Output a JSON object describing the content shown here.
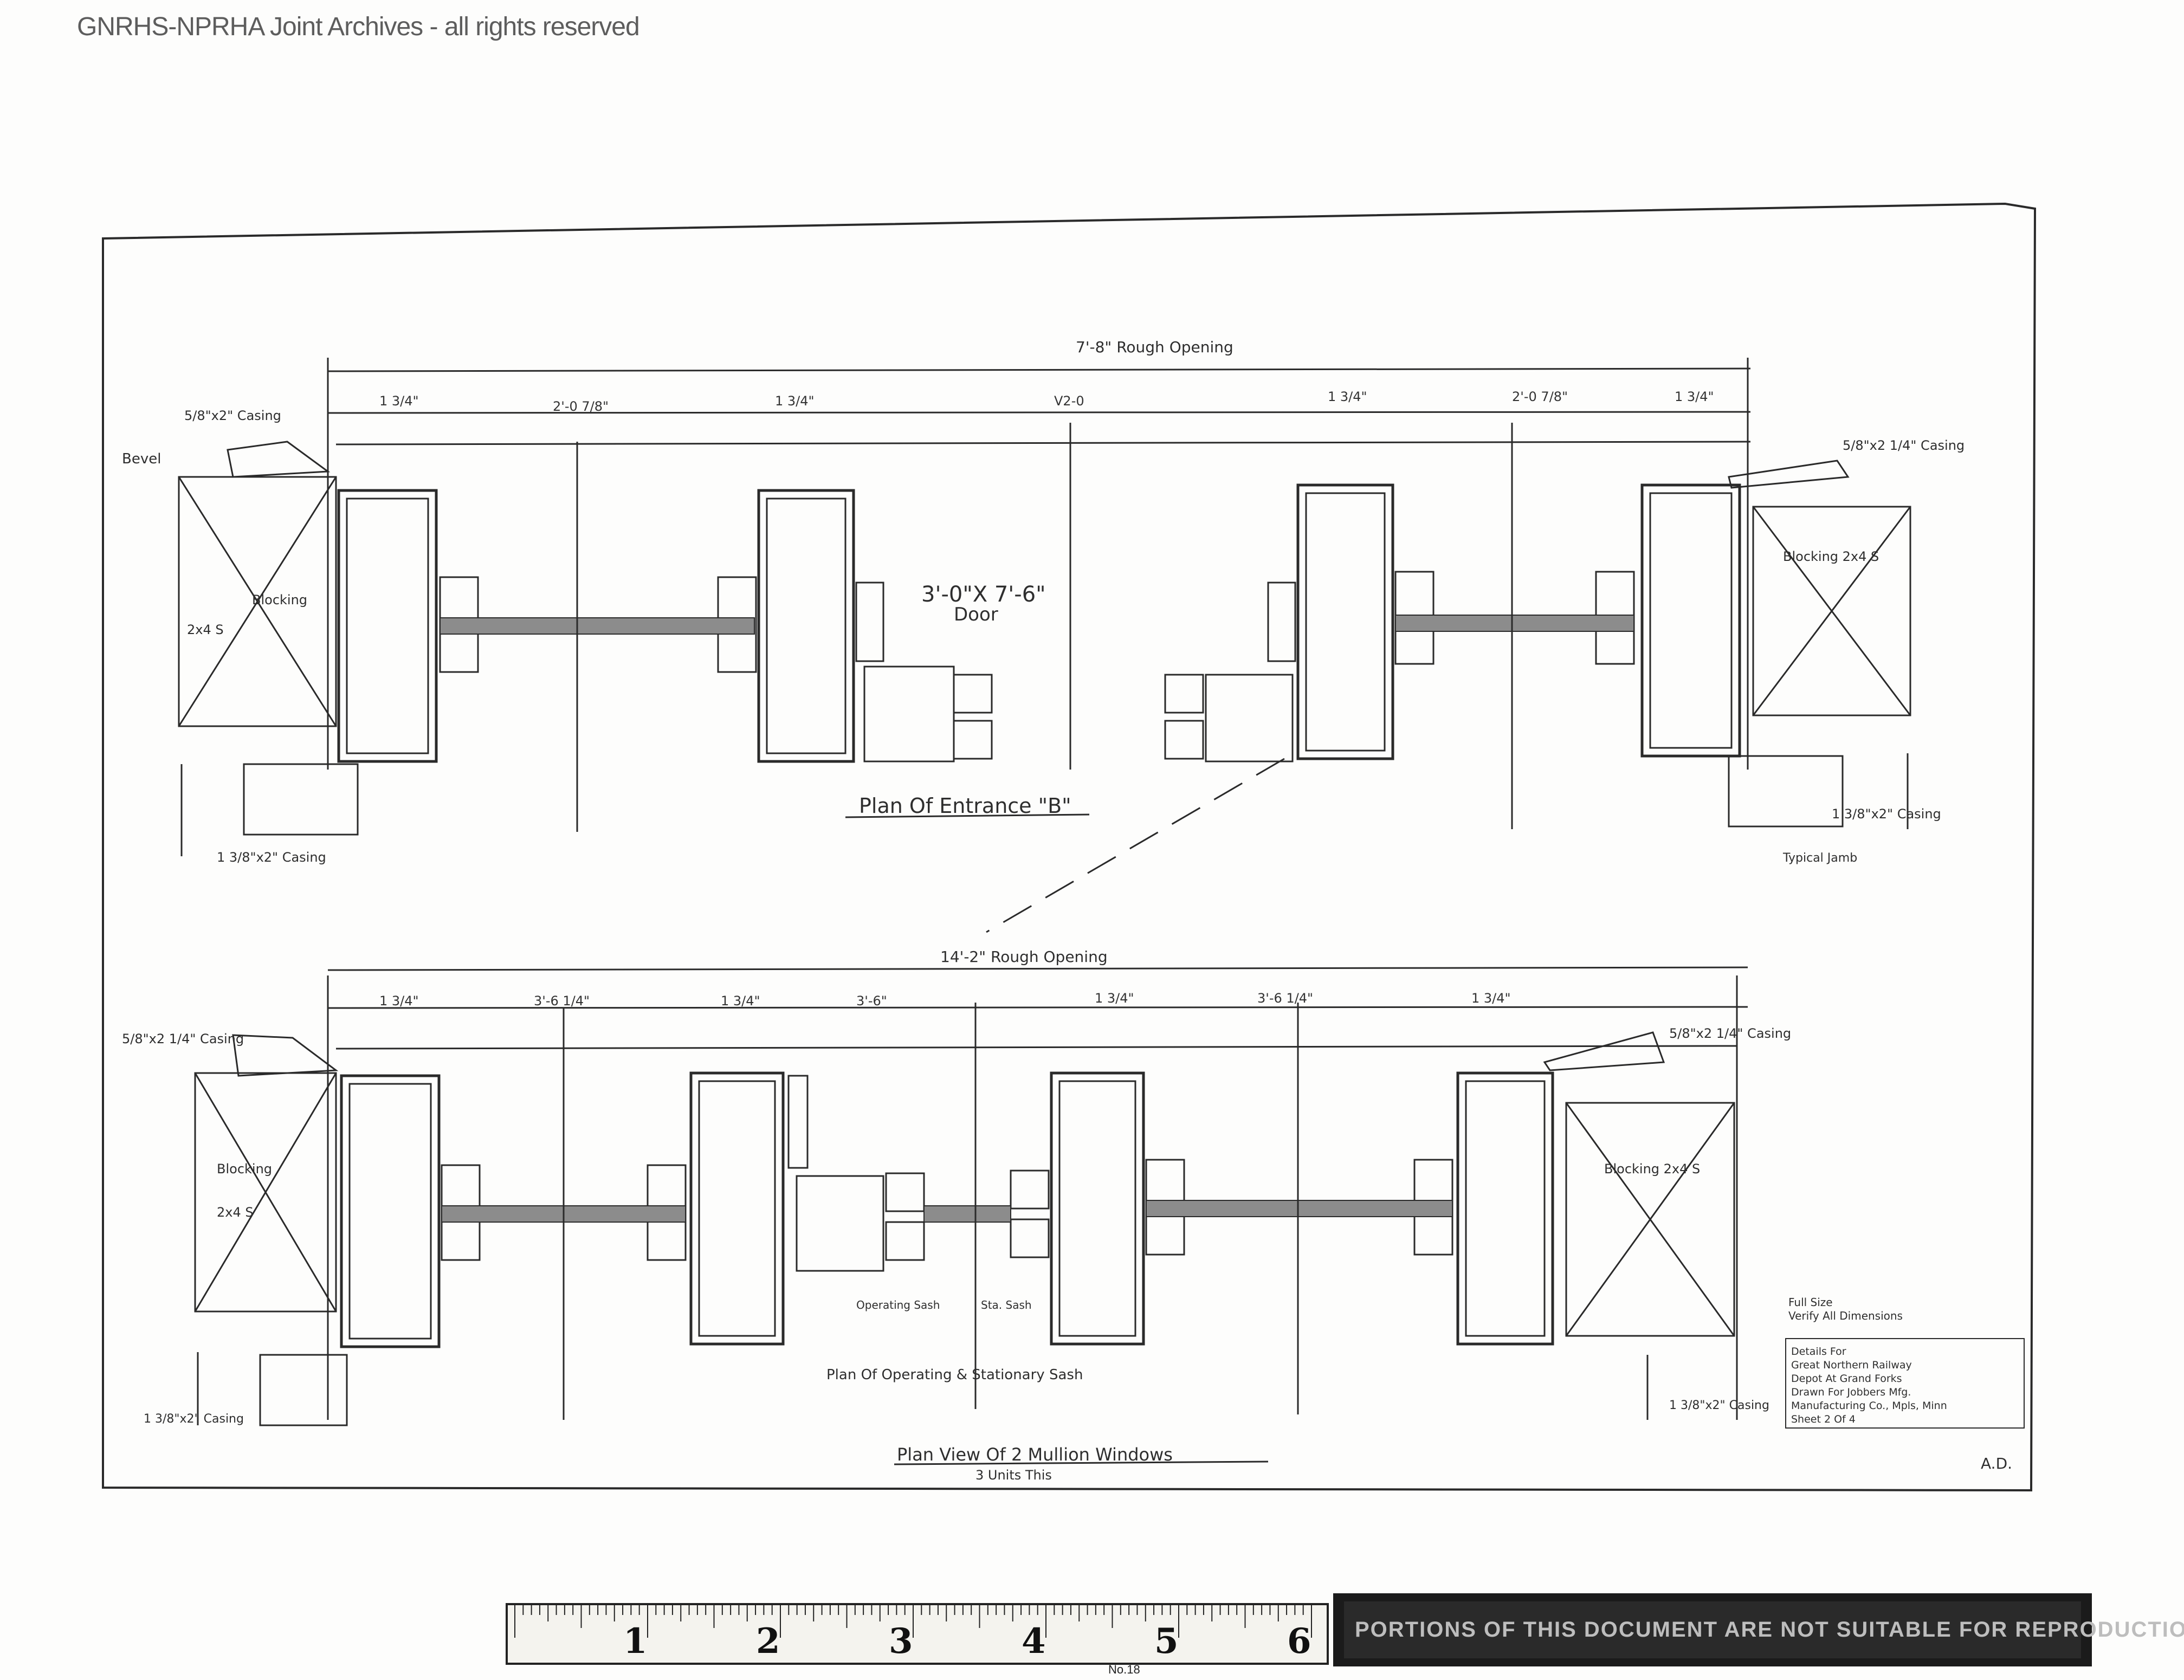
{
  "watermark": "GNRHS-NPRHA Joint Archives - all rights reserved",
  "plan_top": {
    "title": "Plan Of Entrance \"B\"",
    "door_size": "3'-0\"X 7'-6\"",
    "door_label": "Door",
    "rough_opening": "7'-8\" Rough Opening",
    "dims": [
      "1 3/4\"",
      "2'-0 7/8\"",
      "1 3/4\"",
      "V2-0",
      "1 3/4\"",
      "2'-0 7/8\"",
      "1 3/4\""
    ],
    "casing_left": "5/8\"x2\" Casing",
    "bevel": "Bevel",
    "blocking_left": "Blocking",
    "two_x_four": "2x4 S",
    "casing_bottom_left": "1 3/8\"x2\" Casing",
    "casing_right": "5/8\"x2 1/4\" Casing",
    "blocking_right": "Blocking 2x4 S",
    "casing_bottom_right": "1 3/8\"x2\" Casing",
    "typical_jamb": "Typical Jamb"
  },
  "plan_bottom": {
    "rough_opening": "14'-2\" Rough Opening",
    "dims": [
      "1 3/4\"",
      "3'-6 1/4\"",
      "1 3/4\"",
      "3'-6\"",
      "1 3/4\"",
      "3'-6 1/4\"",
      "1 3/4\""
    ],
    "casing_left": "5/8\"x2 1/4\" Casing",
    "blocking_left": "Blocking",
    "two_x_four": "2x4 S",
    "casing_right": "5/8\"x2 1/4\" Casing",
    "blocking_right": "Blocking 2x4 S",
    "operating_sash": "Operating Sash",
    "stationary_sash": "Sta. Sash",
    "sub_title": "Plan Of Operating & Stationary Sash",
    "title": "Plan View Of 2 Mullion Windows",
    "subtitle": "3 Units This",
    "casing_bottom_left": "1 3/8\"x2\" Casing",
    "casing_bottom_right": "1 3/8\"x2\" Casing"
  },
  "title_block": {
    "scale": "Full Size",
    "verify": "Verify All Dimensions",
    "lines": [
      "Details For",
      "Great Northern Railway",
      "Depot At Grand Forks",
      "Drawn For Jobbers Mfg.",
      "Manufacturing Co., Mpls, Minn",
      "Sheet 2 Of 4"
    ],
    "initials": "A.D."
  },
  "ruler": {
    "numbers": [
      "1",
      "2",
      "3",
      "4",
      "5",
      "6"
    ],
    "model": "No.18"
  },
  "notice": "PORTIONS OF THIS DOCUMENT ARE NOT SUITABLE FOR REPRODUCTION"
}
